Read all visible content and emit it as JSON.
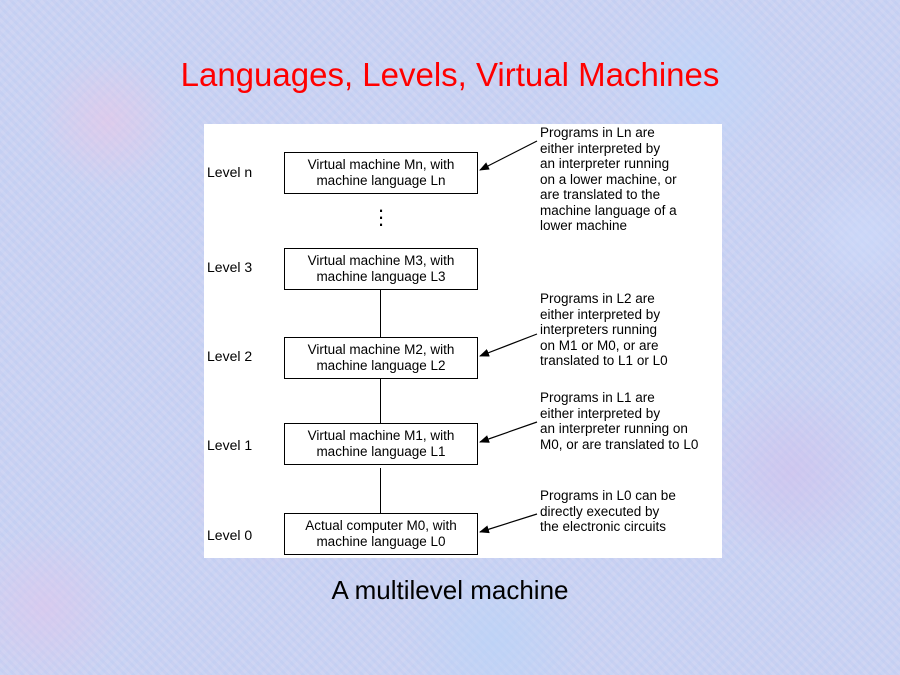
{
  "title": "Languages, Levels, Virtual Machines",
  "caption": "A multilevel machine",
  "colors": {
    "title": "#ff0000",
    "background": "#c9d3f3",
    "figure_background": "#ffffff"
  },
  "diagram": {
    "levels": [
      {
        "label": "Level n",
        "box_lines": [
          "Virtual machine Mn, with",
          "machine language Ln"
        ]
      },
      {
        "label": "Level 3",
        "box_lines": [
          "Virtual machine M3, with",
          "machine language L3"
        ]
      },
      {
        "label": "Level 2",
        "box_lines": [
          "Virtual machine M2, with",
          "machine language L2"
        ]
      },
      {
        "label": "Level 1",
        "box_lines": [
          "Virtual machine M1, with",
          "machine language L1"
        ]
      },
      {
        "label": "Level 0",
        "box_lines": [
          "Actual computer M0, with",
          "machine language L0"
        ]
      }
    ],
    "notes": {
      "ln": [
        "Programs in Ln are",
        "either interpreted by",
        "an interpreter running",
        "on a lower machine, or",
        "are translated to the",
        "machine language of a",
        "lower machine"
      ],
      "l2": [
        "Programs in L2 are",
        "either interpreted by",
        "interpreters running",
        "on M1 or M0, or are",
        "translated to L1 or L0"
      ],
      "l1": [
        "Programs in L1 are",
        "either interpreted by",
        "an interpreter running on",
        "M0, or are translated to L0"
      ],
      "l0": [
        "Programs in L0 can be",
        "directly executed by",
        "the electronic circuits"
      ]
    }
  }
}
